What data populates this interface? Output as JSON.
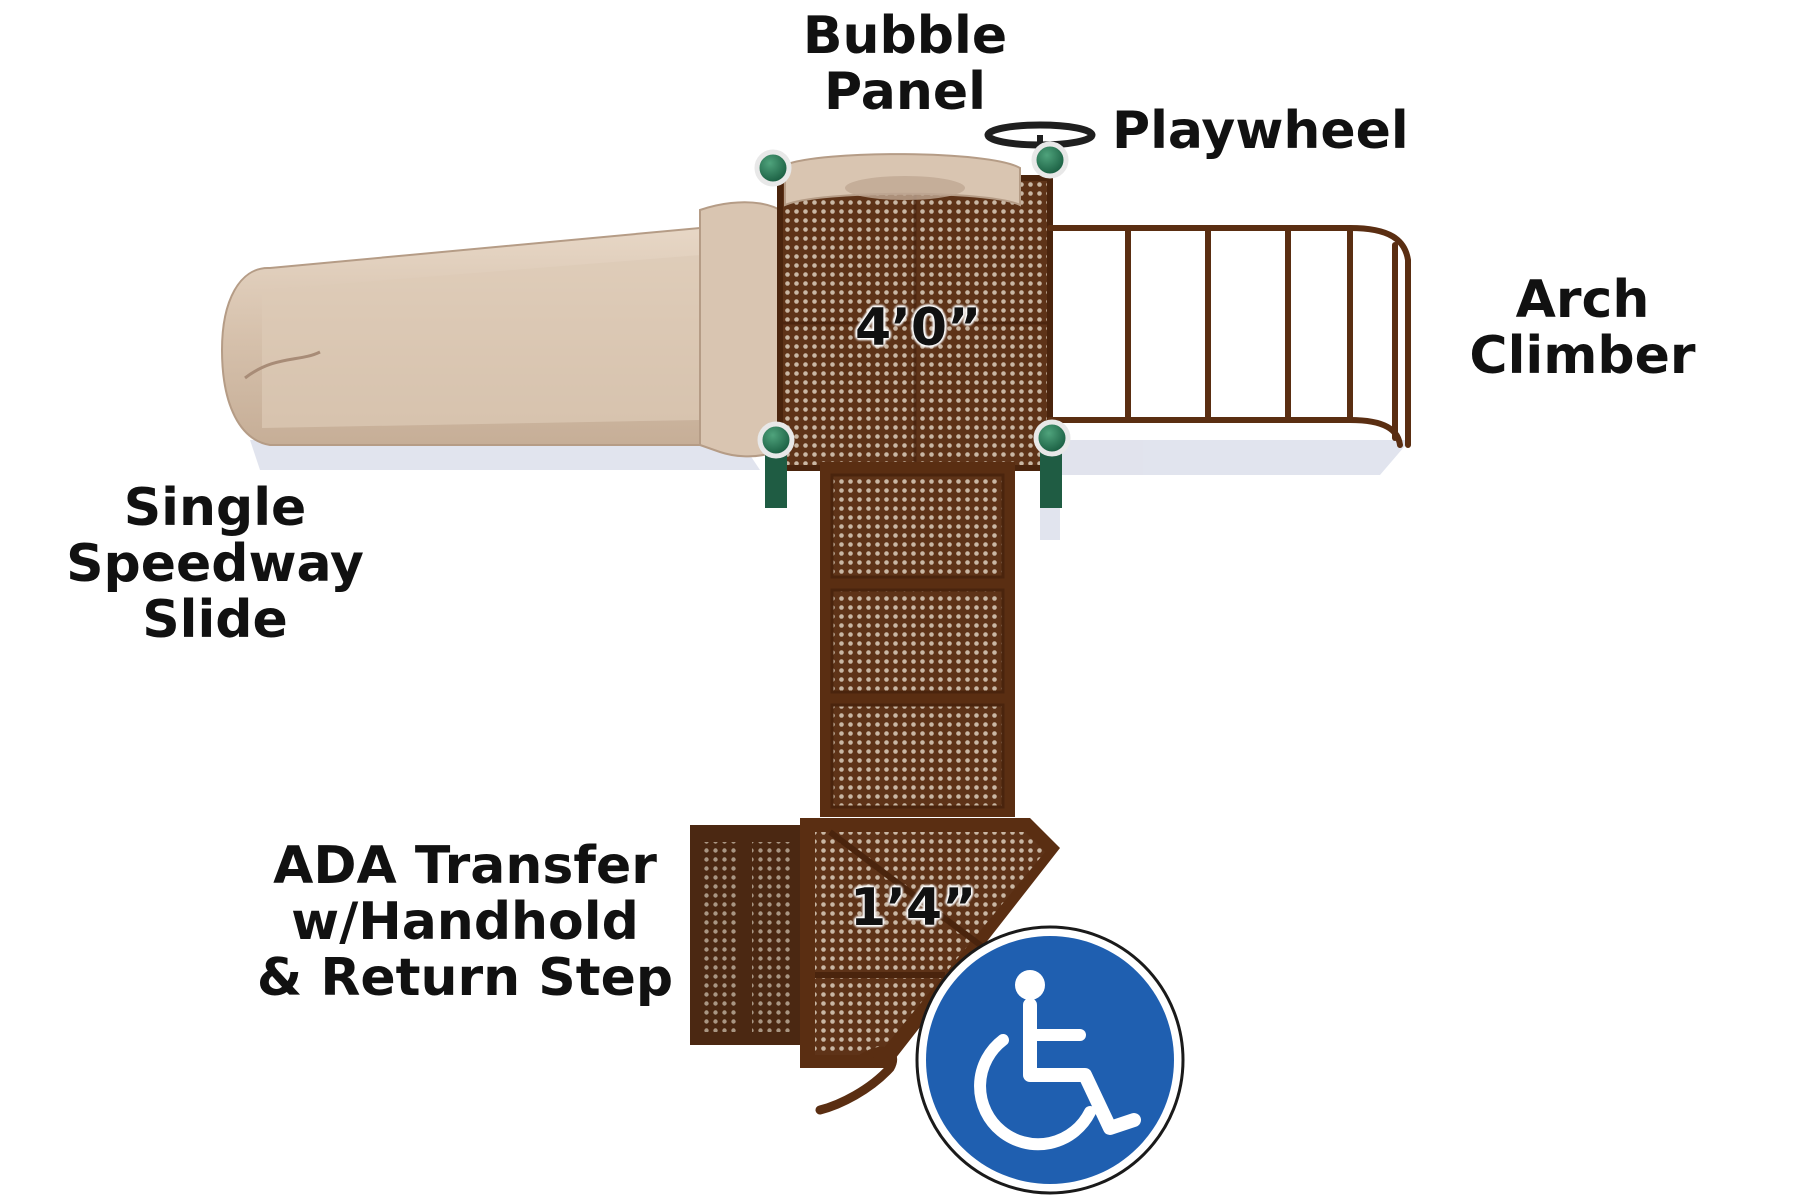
{
  "labels": {
    "bubble_panel": [
      "Bubble",
      "Panel"
    ],
    "playwheel": [
      "Playwheel"
    ],
    "arch_climber": [
      "Arch",
      "Climber"
    ],
    "single_speedway_slide": [
      "Single",
      "Speedway",
      "Slide"
    ],
    "ada_transfer": [
      "ADA Transfer",
      "w/Handhold",
      "& Return Step"
    ]
  },
  "dimensions": {
    "deck": "4’0”",
    "transfer": "1’4”"
  },
  "icons": [
    "wheelchair-accessibility-icon"
  ],
  "colors": {
    "frame_brown": "#5a2e12",
    "deck_brown": "#6b3a1c",
    "slide_tan": "#d8c4b0",
    "post_green": "#1f6b4a",
    "accessibility_blue": "#1f5fb0"
  }
}
